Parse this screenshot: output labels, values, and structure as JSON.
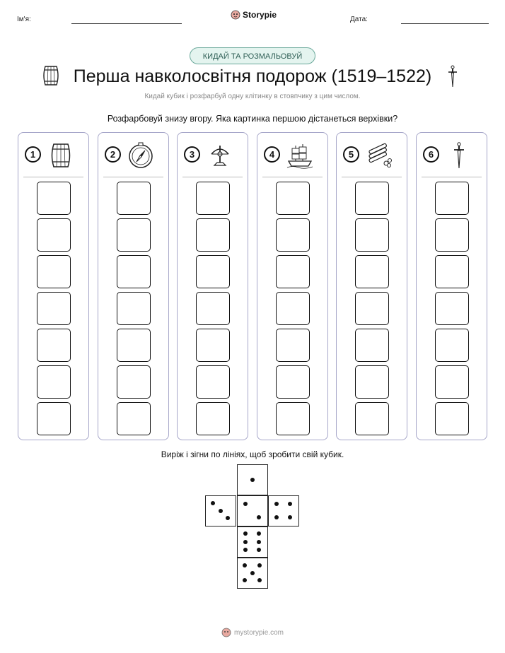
{
  "header": {
    "name_label": "Ім'я:",
    "date_label": "Дата:",
    "brand": "Storypie"
  },
  "badge": "КИДАЙ ТА РОЗМАЛЬОВУЙ",
  "title": "Перша навколосвітня подорож (1519–1522)",
  "subtitle": "Кидай кубик і розфарбуй одну клітинку в стовпчику з цим числом.",
  "instruction": "Розфарбовуй знизу вгору. Яка картинка першою дістанеться верхівки?",
  "columns": [
    {
      "number": "1",
      "icon": "barrel-icon"
    },
    {
      "number": "2",
      "icon": "compass-icon"
    },
    {
      "number": "3",
      "icon": "astrolabe-icon"
    },
    {
      "number": "4",
      "icon": "ship-icon"
    },
    {
      "number": "5",
      "icon": "cinnamon-spices-icon"
    },
    {
      "number": "6",
      "icon": "sword-icon"
    }
  ],
  "cut_instruction": "Виріж і зігни по лініях, щоб зробити свій кубик.",
  "die_faces": [
    1,
    3,
    2,
    4,
    6,
    5
  ],
  "footer": "mystorypie.com",
  "colors": {
    "border": "#a6a6c9",
    "badge_fill": "#e4f4ef",
    "badge_border": "#6aa89a"
  }
}
